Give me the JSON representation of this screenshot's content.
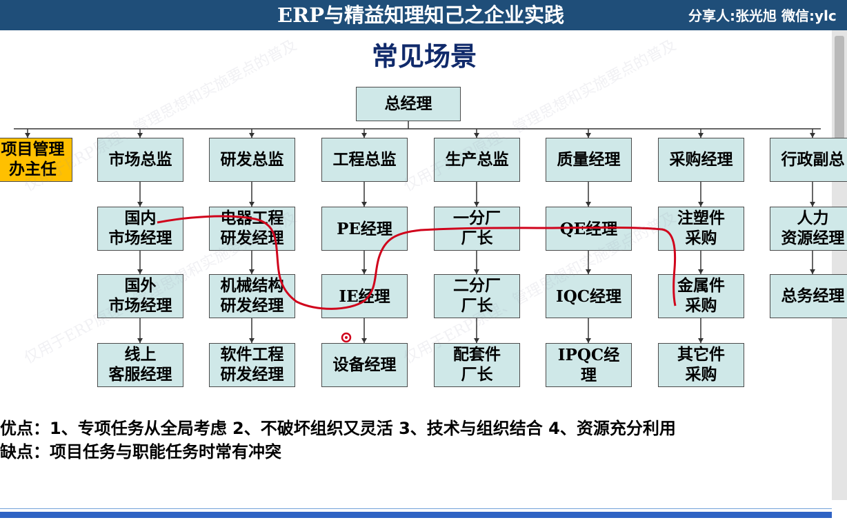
{
  "header": {
    "title": "ERP与精益知理知己之企业实践",
    "presenter": "分享人:张光旭  微信:ylc"
  },
  "page_title": "常见场景",
  "org_chart": {
    "root": "总经理",
    "side": "项目管理\n办主任",
    "columns": [
      {
        "head": "市场总监",
        "subs": [
          "国内\n市场经理",
          "国外\n市场经理",
          "线上\n客服经理"
        ]
      },
      {
        "head": "研发总监",
        "subs": [
          "电器工程\n研发经理",
          "机械结构\n研发经理",
          "软件工程\n研发经理"
        ]
      },
      {
        "head": "工程总监",
        "subs": [
          "PE经理",
          "IE经理",
          "设备经理"
        ]
      },
      {
        "head": "生产总监",
        "subs": [
          "一分厂\n厂长",
          "二分厂\n厂长",
          "配套件\n厂长"
        ]
      },
      {
        "head": "质量经理",
        "subs": [
          "QE经理",
          "IQC经理",
          "IPQC经\n理"
        ]
      },
      {
        "head": "采购经理",
        "subs": [
          "注塑件\n采购",
          "金属件\n采购",
          "其它件\n采购"
        ]
      },
      {
        "head": "行政副总",
        "subs": [
          "人力\n资源经理",
          "总务经理"
        ]
      }
    ]
  },
  "pros": "优点：1、专项任务从全局考虑 2、不破坏组织又灵活 3、技术与组织结合 4、资源充分利用",
  "cons": "缺点：项目任务与职能任务时常有冲突",
  "watermark": "仅用于ERP原理、管理思想和实施要点的普及",
  "colors": {
    "header_bg": "#1f4e79",
    "box_fill": "#cfe8e8",
    "highlight_fill": "#ffc000",
    "title_color": "#102a6b",
    "annotation_line": "#d0021b",
    "footer_bar": "#2f63c4"
  }
}
